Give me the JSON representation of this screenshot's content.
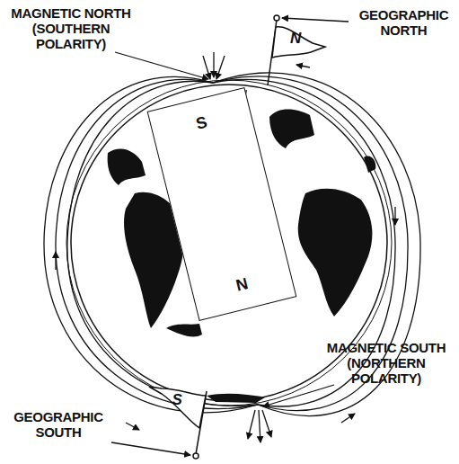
{
  "diagram": {
    "nodes": [
      {
        "text": [
          "S",
          "N"
        ]
      }
    ],
    "labels": [
      "MAGNETIC NORTH (SOUTHERN POLARITY)",
      "GEOGRAPHIC NORTH",
      "N",
      "MAGNETIC SOUTH (NORTHERN POLARITY)",
      "S",
      "GEOGRAPHIC SOUTH"
    ]
  }
}
